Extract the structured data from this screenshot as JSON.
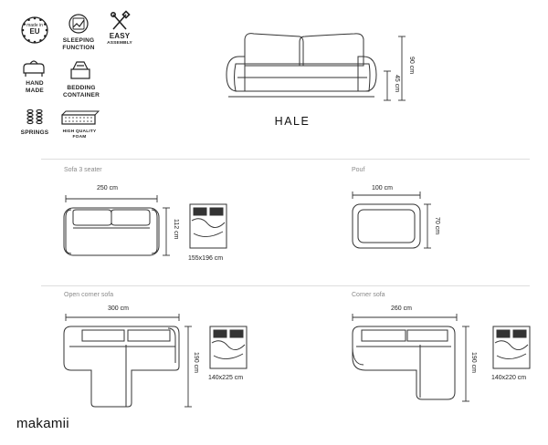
{
  "features": [
    {
      "id": "made-in-eu",
      "label": "made in EU"
    },
    {
      "id": "sleeping-function",
      "label": "SLEEPING FUNCTION"
    },
    {
      "id": "easy-assembly",
      "title": "EASY",
      "label": "ASSEMBLY"
    },
    {
      "id": "hand-made",
      "label": "HAND MADE"
    },
    {
      "id": "bedding-container",
      "label": "BEDDING CONTAINER"
    },
    {
      "id": "springs",
      "label": "SPRINGS"
    },
    {
      "id": "high-quality-foam",
      "label": "HIGH QUALITY FOAM"
    }
  ],
  "product": {
    "name": "HALE",
    "height_total": "90 cm",
    "height_seat": "45 cm"
  },
  "variants": [
    {
      "id": "sofa-3-seater",
      "title": "Sofa 3 seater",
      "width": "250 cm",
      "depth": "112 cm",
      "bed": "155x196 cm"
    },
    {
      "id": "pouf",
      "title": "Pouf",
      "width": "100 cm",
      "depth": "70 cm"
    },
    {
      "id": "open-corner-sofa",
      "title": "Open corner sofa",
      "width": "300 cm",
      "depth": "190 cm",
      "bed": "140x225 cm"
    },
    {
      "id": "corner-sofa",
      "title": "Corner sofa",
      "width": "260 cm",
      "depth": "190 cm",
      "bed": "140x220 cm"
    }
  ],
  "brand": {
    "name": "makamii"
  },
  "colors": {
    "line": "#333333",
    "divider": "#dddddd",
    "section_title": "#8a8a8a"
  }
}
